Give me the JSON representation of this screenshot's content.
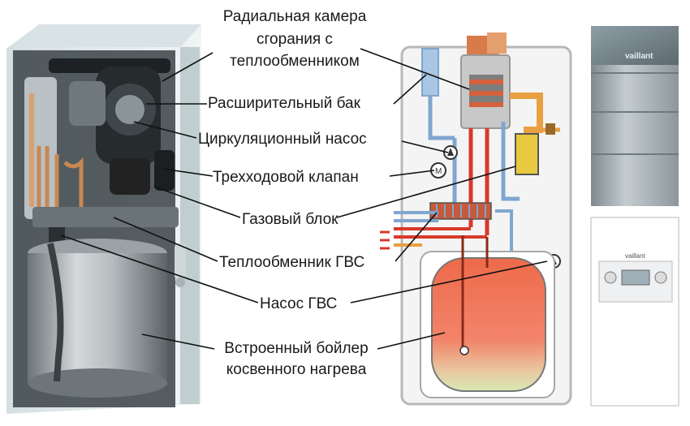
{
  "labels": {
    "combustion_line1": "Радиальная камера",
    "combustion_line2": "сгорания с",
    "combustion_line3": "теплообменником",
    "expansion_tank": "Расширительный бак",
    "circulation_pump": "Циркуляционный насос",
    "three_way_valve": "Трехходовой клапан",
    "gas_block": "Газовый блок",
    "dhw_heat_exchanger": "Теплообменник ГВС",
    "dhw_pump": "Насос ГВС",
    "boiler_line1": "Встроенный бойлер",
    "boiler_line2": "косвенного нагрева"
  },
  "colors": {
    "hot": "#d83a2a",
    "cold": "#7fa6cf",
    "gas": "#e8a040",
    "tank_top": "#ef6b4c",
    "tank_bottom": "#d8e8b0",
    "casing": "#a9b4b9"
  },
  "icons": [
    "pump-symbol",
    "valve-symbol",
    "motor-symbol",
    "flow-arrow"
  ]
}
